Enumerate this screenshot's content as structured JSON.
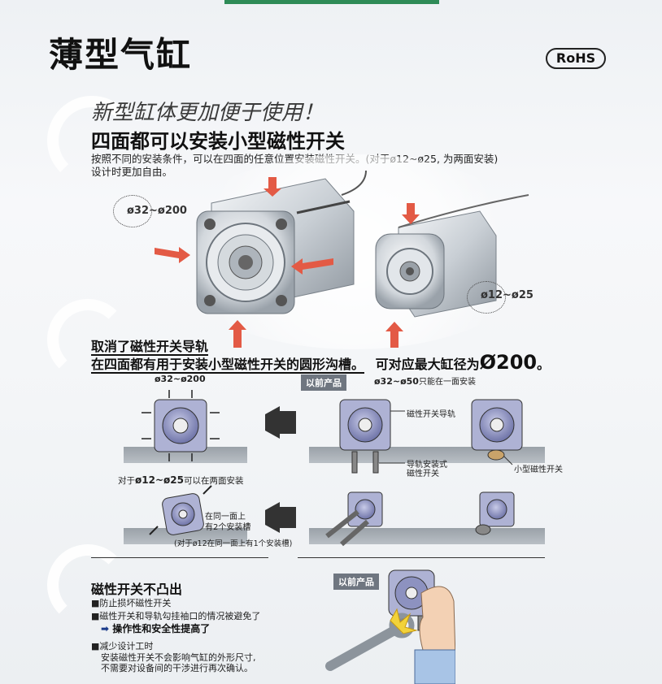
{
  "header": {
    "title": "薄型气缸",
    "rohs": "RoHS"
  },
  "intro": {
    "headline_italic": "新型缸体更加便于使用！",
    "headline": "四面都可以安装小型磁性开关",
    "para_line1": "按照不同的安装条件，可以在四面的任意位置安装磁性开关。(对于ø12~ø25, 为两面安装)",
    "para_line2": "设计时更加自由。",
    "label_large": "ø32~ø200",
    "label_small": "ø12~ø25"
  },
  "section2": {
    "line1": "取消了磁性开关导轨",
    "line2_pre": "在四面都有用于安装小型磁性开关的圆形沟槽。",
    "line2_mid": "可对应最大缸径为",
    "line2_big": "Ø200",
    "line2_end": "。",
    "new_size": "ø32~ø200",
    "prev_tag": "以前产品",
    "prev_size": "ø32~ø50",
    "prev_note": "只能在一面安装",
    "rail_label": "磁性开关导轨",
    "rail_switch_label1": "导轨安装式",
    "rail_switch_label2": "磁性开关",
    "mini_switch_label": "小型磁性开关",
    "two_face_pre": "对于",
    "two_face_size": "ø12~ø25",
    "two_face_post": "可以在两面安装",
    "same_face1": "在同一面上",
    "same_face2": "有2个安装槽",
    "note": "(对于ø12在同一面上有1个安装槽)"
  },
  "section3": {
    "title": "磁性开关不凸出",
    "b1": "■防止损坏磁性开关",
    "b2": "■磁性开关和导轨勾挂袖口的情况被避免了",
    "b2_result": "操作性和安全性提高了",
    "b3": "■减少设计工时",
    "b3_line1": "安装磁性开关不会影响气缸的外形尺寸,",
    "b3_line2": "不需要对设备间的干涉进行再次确认。",
    "prev_tag": "以前产品"
  }
}
